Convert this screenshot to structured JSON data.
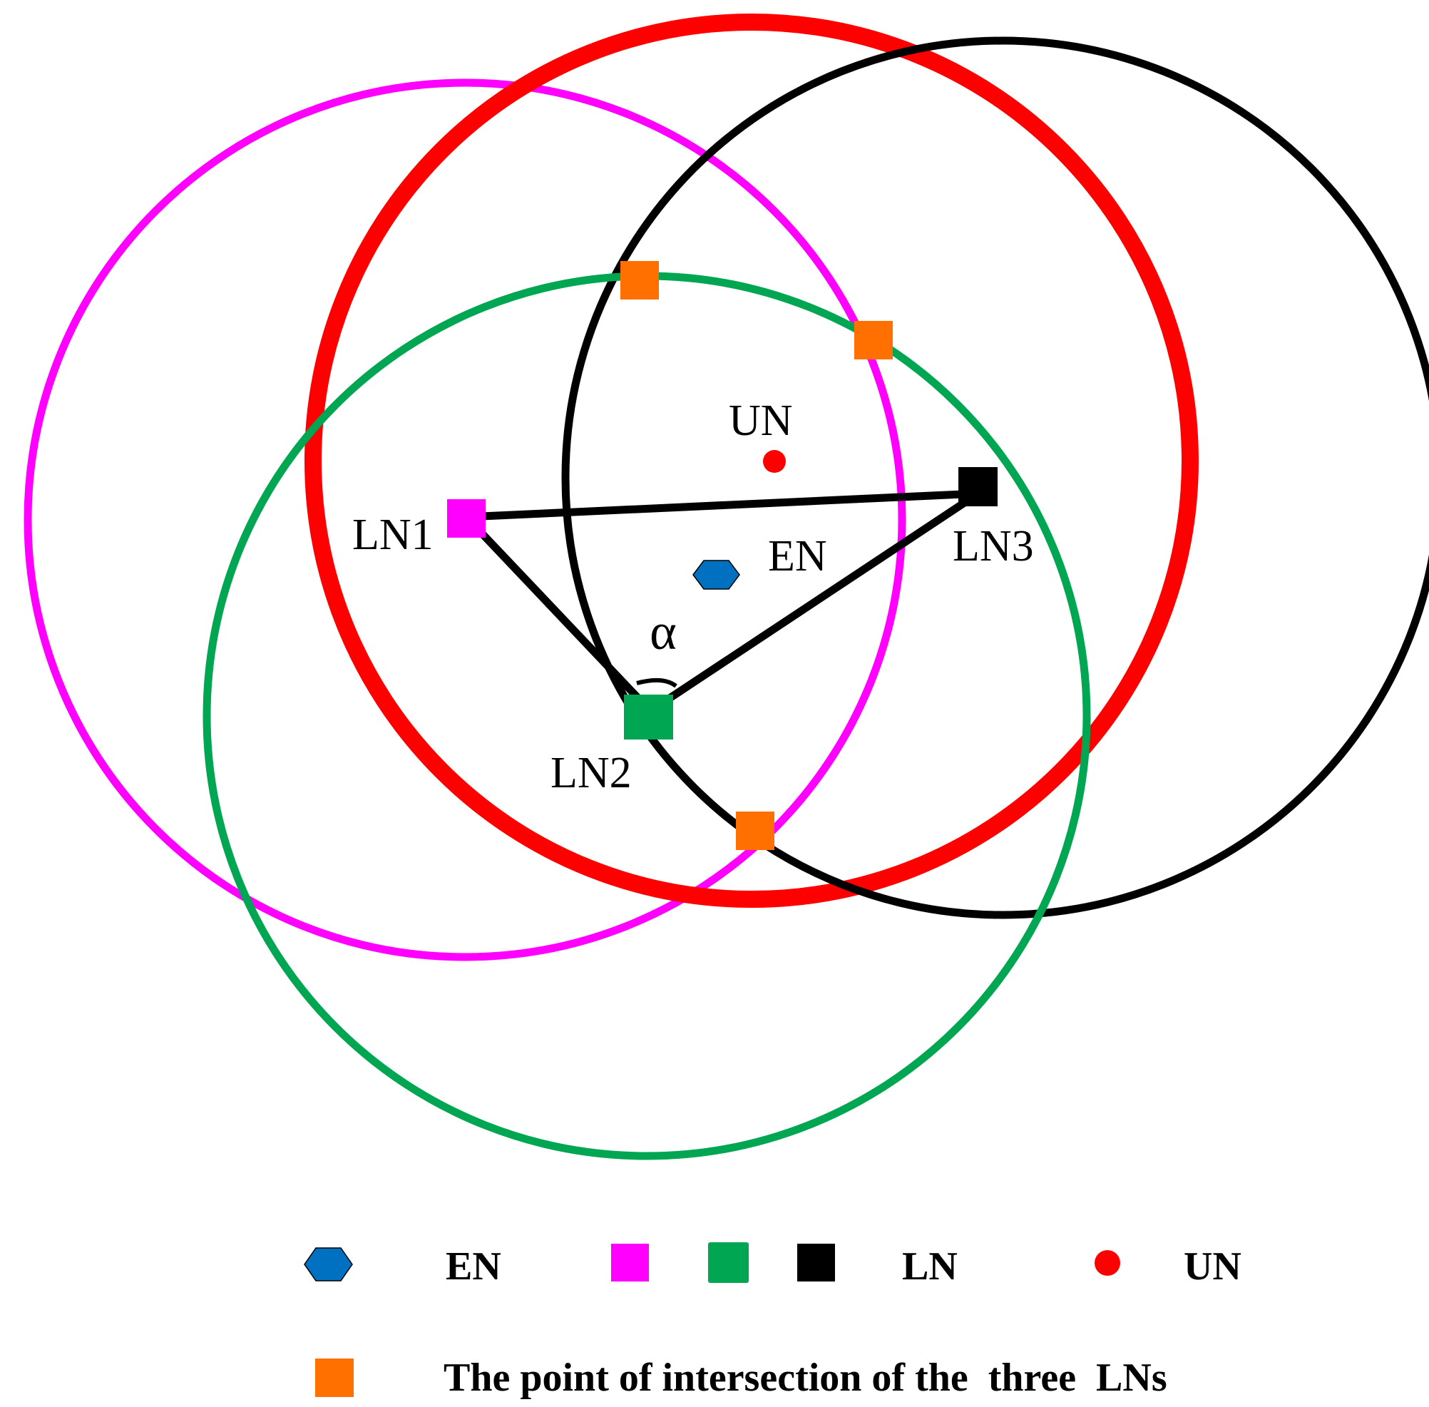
{
  "labels": {
    "un": "UN",
    "ln1": "LN1",
    "ln2": "LN2",
    "ln3": "LN3",
    "en": "EN",
    "angle": "α"
  },
  "legend": {
    "en": "EN",
    "ln": "LN",
    "un": "UN",
    "intersection": "The point of intersection of the  three  LNs"
  },
  "colors": {
    "ln1": "#ff00ff",
    "ln2": "#00a651",
    "ln3": "#000000",
    "un": "#ff0000",
    "en": "#0070c0",
    "intersection": "#ff7000"
  }
}
